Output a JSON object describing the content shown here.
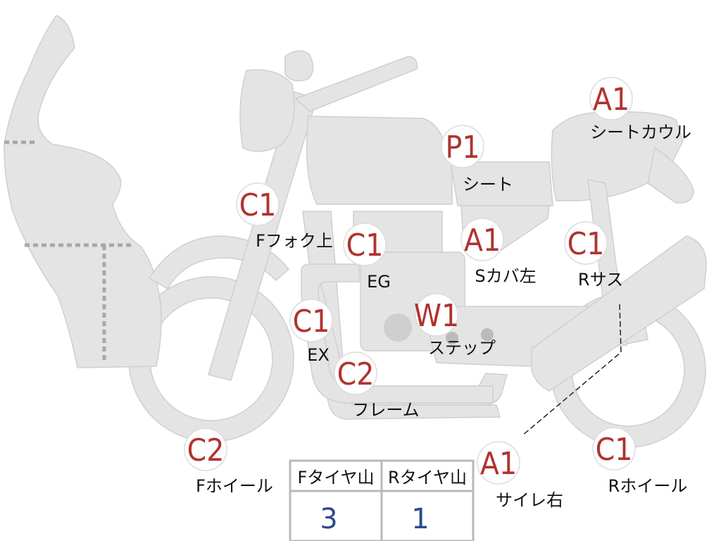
{
  "colors": {
    "part_fill": "#e4e4e4",
    "grade_text": "#b0332f",
    "tire_value": "#2d4a8e",
    "label_text": "#111111"
  },
  "markers": [
    {
      "id": "seat-cowl",
      "grade": "A1",
      "label": "シートカウル"
    },
    {
      "id": "seat",
      "grade": "P1",
      "label": "シート"
    },
    {
      "id": "fork-upper",
      "grade": "C1",
      "label": "Fフォク上"
    },
    {
      "id": "engine",
      "grade": "C1",
      "label": "EG"
    },
    {
      "id": "side-cover-left",
      "grade": "A1",
      "label": "Sカバ左"
    },
    {
      "id": "rear-suspension",
      "grade": "C1",
      "label": "Rサス"
    },
    {
      "id": "exhaust",
      "grade": "C1",
      "label": "EX"
    },
    {
      "id": "step",
      "grade": "W1",
      "label": "ステップ"
    },
    {
      "id": "frame",
      "grade": "C2",
      "label": "フレーム"
    },
    {
      "id": "front-wheel",
      "grade": "C2",
      "label": "Fホイール"
    },
    {
      "id": "muffler-right",
      "grade": "A1",
      "label": "サイレ右"
    },
    {
      "id": "rear-wheel",
      "grade": "C1",
      "label": "Rホイール"
    }
  ],
  "tire_table": {
    "headers": [
      "Fタイヤ山",
      "Rタイヤ山"
    ],
    "values": [
      "3",
      "1"
    ]
  }
}
